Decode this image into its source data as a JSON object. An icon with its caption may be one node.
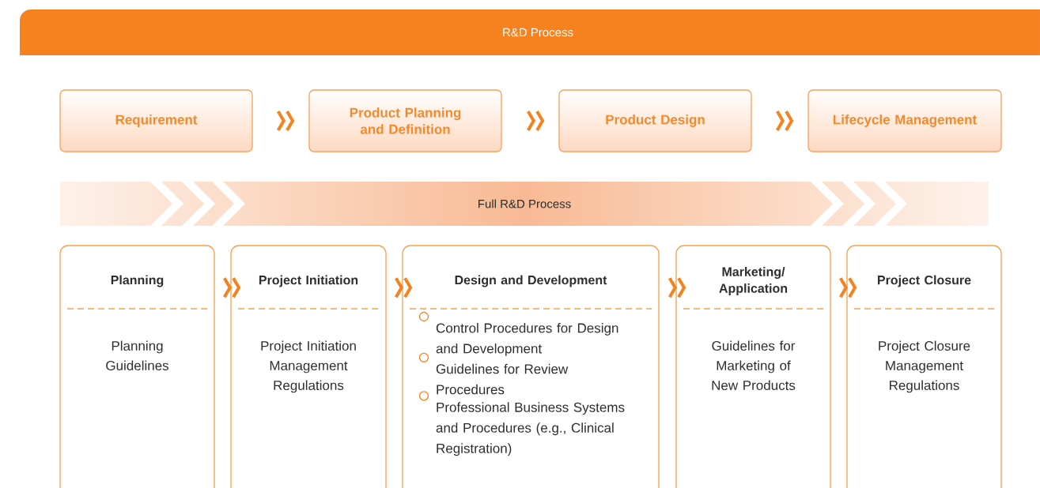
{
  "diagram": {
    "nodes": [
      {
        "text": [
          "R&D Process"
        ]
      },
      {
        "text": [
          "Requirement"
        ]
      },
      {
        "text": [
          "Product Planning and Definition"
        ]
      },
      {
        "text": [
          "Product Design"
        ]
      },
      {
        "text": [
          "Lifecycle Management"
        ]
      },
      {
        "text": [
          "Full R&D Process"
        ]
      },
      {
        "text": [
          "Planning",
          "Planning Guidelines"
        ]
      },
      {
        "text": [
          "Project Initiation",
          "Project Initiation Management Regulations"
        ]
      },
      {
        "text": [
          "Design and Development",
          "Control Procedures for Design and Development",
          "Guidelines for Review Procedures",
          "Professional Business Systems and Procedures (e.g., Clinical Registration)"
        ]
      },
      {
        "text": [
          "Marketing/ Application",
          "Guidelines for Marketing of New Products"
        ]
      },
      {
        "text": [
          "Project Closure",
          "Project Closure Management Regulations"
        ]
      }
    ],
    "edges": [
      {
        "from": 1,
        "to": 2,
        "arrow": "to"
      },
      {
        "from": 2,
        "to": 3,
        "arrow": "to"
      },
      {
        "from": 3,
        "to": 4,
        "arrow": "to"
      },
      {
        "from": 6,
        "to": 7,
        "arrow": "to"
      },
      {
        "from": 7,
        "to": 8,
        "arrow": "to"
      },
      {
        "from": 8,
        "to": 9,
        "arrow": "to"
      },
      {
        "from": 9,
        "to": 10,
        "arrow": "to"
      }
    ]
  }
}
